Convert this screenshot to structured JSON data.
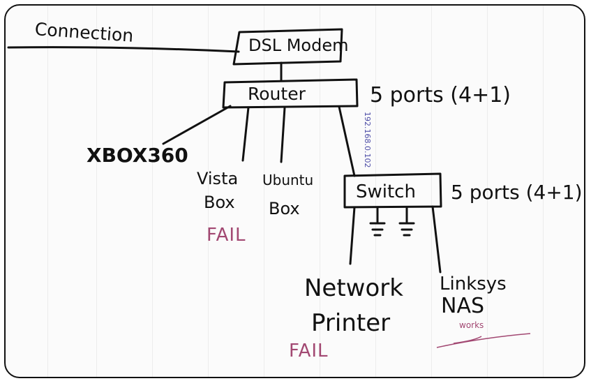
{
  "diagram": {
    "connection_label": "Connection",
    "dsl_modem_label": "DSL Modem",
    "router_label": "Router",
    "router_ports_label": "5 ports (4+1)",
    "router_ip_label": "192.168.0.102",
    "switch_label": "Switch",
    "switch_ports_label": "5 ports (4+1)",
    "xbox_label": "XBOX360",
    "vista_box_label_line1": "Vista",
    "vista_box_label_line2": "Box",
    "vista_status": "FAIL",
    "ubuntu_box_label_line1": "Ubuntu",
    "ubuntu_box_label_line2": "Box",
    "printer_label_line1": "Network",
    "printer_label_line2": "Printer",
    "printer_status": "FAIL",
    "nas_label_line1": "Linksys",
    "nas_label_line2": "NAS",
    "nas_status": "works",
    "colors": {
      "ink": "#111111",
      "fail": "#a24872",
      "ip": "#4a4aa5"
    }
  }
}
